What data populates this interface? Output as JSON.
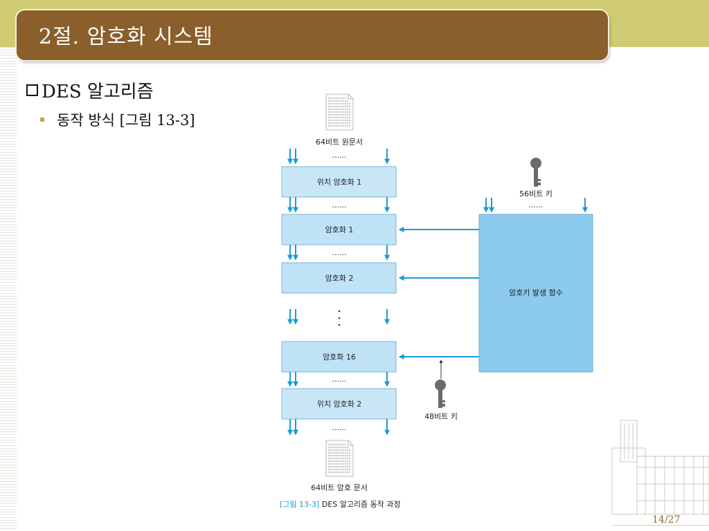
{
  "slide": {
    "title": "2절. 암호화 시스템",
    "bullet_level1": "DES 알고리즘",
    "bullet_level2": "동작 방식 [그림 13-3]",
    "page": "14/27"
  },
  "diagram": {
    "plaintext_label": "64비트 원문서",
    "dots": "......",
    "initial_permutation": "위치 암호화 1",
    "round1": "암호화 1",
    "round2": "암호화 2",
    "round16": "암호화 16",
    "final_permutation": "위치 암호화 2",
    "key_label": "56비트 키",
    "key_generator": "암호키 발생 함수",
    "subkey_label": "48비트 키",
    "ciphertext_label": "64비트 암호 문서",
    "caption_prefix": "[그림 13-3]",
    "caption_text": " DES 알고리즘 동작 과정"
  },
  "colors": {
    "top_band": "#cfcb72",
    "title_bar": "#8a5f2b",
    "box_fill": "#bfe2f6",
    "box_stroke": "#7ab4d8",
    "generator_fill": "#8ccbee",
    "arrow": "#1a9ad8",
    "caption_prefix": "#1a9ad8",
    "page_number": "#8a6a3a"
  },
  "icons": [
    "document-icon",
    "key-icon",
    "building-sketch"
  ]
}
